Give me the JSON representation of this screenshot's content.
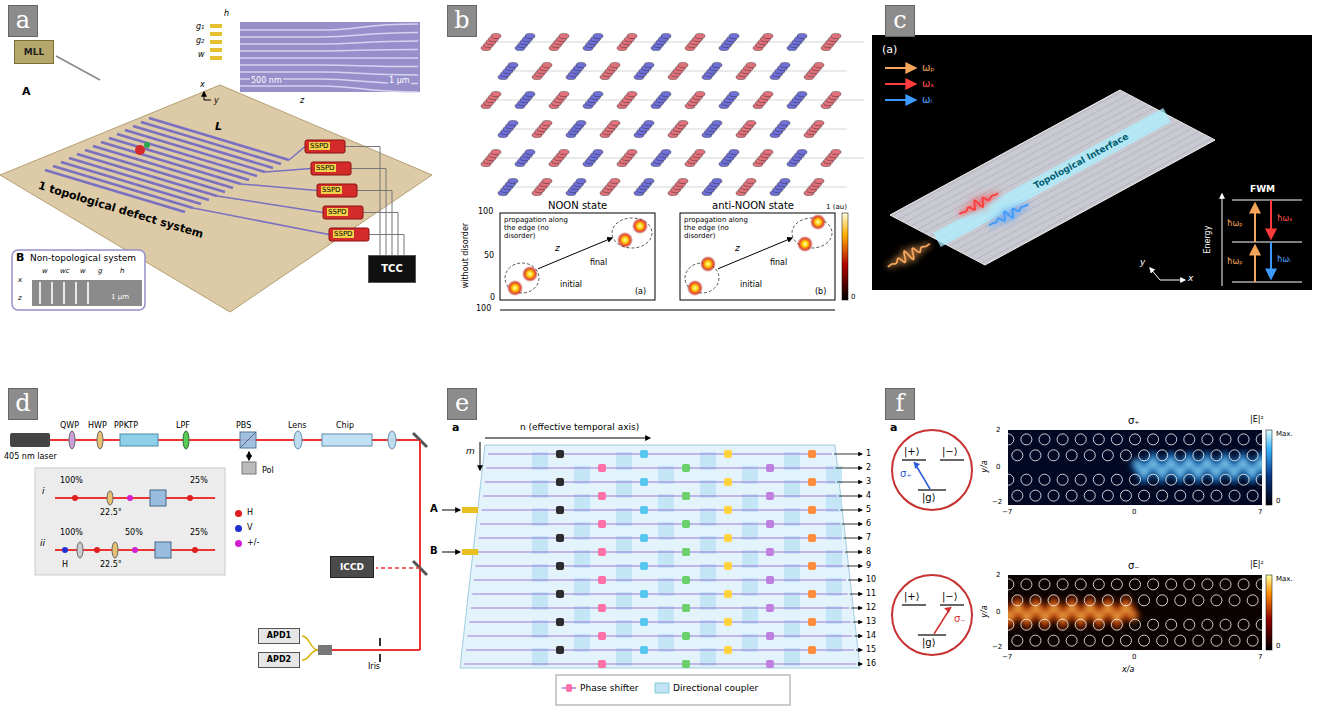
{
  "diagram": {
    "nodes": [
      {
        "text": [
          "a"
        ]
      },
      {
        "text": [
          "b"
        ]
      },
      {
        "text": [
          "c"
        ]
      },
      {
        "text": [
          "d"
        ]
      },
      {
        "text": [
          "e"
        ]
      },
      {
        "text": [
          "f"
        ]
      },
      {
        "text": [
          "MLL"
        ]
      },
      {
        "text": [
          "TCC"
        ]
      },
      {
        "text": [
          "ICCD"
        ]
      },
      {
        "text": [
          "APD1"
        ]
      },
      {
        "text": [
          "APD2"
        ]
      },
      {
        "text": [
          "|+⟩",
          "|−⟩",
          "σ₊",
          "|g⟩"
        ]
      },
      {
        "text": [
          "|+⟩",
          "|−⟩",
          "σ₋",
          "|g⟩"
        ]
      }
    ],
    "labels": [
      "A",
      "1 topological defect system",
      "L",
      "h",
      "g₁",
      "g₂",
      "w",
      "500 nm",
      "x",
      "y",
      "z",
      "1 µm",
      "B",
      "Non-topological system",
      "x",
      "z",
      "w",
      "wc",
      "w",
      "g",
      "h",
      "1 µm",
      "SSPD",
      "SSPD",
      "SSPD",
      "SSPD",
      "SSPD",
      "NOON state",
      "anti-NOON state",
      "propagation along the edge (no disorder)",
      "z",
      "initial",
      "final",
      "(a)",
      "propagation along the edge (no disorder)",
      "z",
      "initial",
      "final",
      "(b)",
      "100",
      "50",
      "0",
      "without disorder",
      "100",
      "1 (au)",
      "0",
      "(a)",
      "ωₚ",
      "ωₛ",
      "ωᵢ",
      "Topological Interface",
      "FWM",
      "Energy",
      "ħωₚ",
      "ħωₚ",
      "ħωₛ",
      "ħωᵢ",
      "y",
      "x",
      "QWP",
      "HWP",
      "PPKTP",
      "LPF",
      "PBS",
      "Lens",
      "Chip",
      "405 nm laser",
      "i",
      "100%",
      "22.5°",
      "25%",
      "ii",
      "100%",
      "50%",
      "25%",
      "H",
      "22.5°",
      "Pol",
      "Iris",
      "a",
      "n (effective temporal axis)",
      "m",
      "A",
      "B",
      "1",
      "2",
      "3",
      "4",
      "5",
      "6",
      "7",
      "8",
      "9",
      "10",
      "11",
      "12",
      "13",
      "14",
      "15",
      "16",
      "a",
      "σ₊",
      "|E|²",
      "Max.",
      "0",
      "y/a",
      "2",
      "0",
      "−2",
      "−7",
      "0",
      "7",
      "σ₋",
      "|E|²",
      "Max.",
      "0",
      "y/a",
      "2",
      "0",
      "−2",
      "−7",
      "0",
      "7",
      "x/a"
    ],
    "legend": [
      {
        "text": "H",
        "color": "#e02020"
      },
      {
        "text": "V",
        "color": "#2030d0"
      },
      {
        "text": "+/-",
        "color": "#d020d0"
      },
      {
        "text": "Phase shifter"
      },
      {
        "text": "Directional coupler"
      }
    ]
  }
}
